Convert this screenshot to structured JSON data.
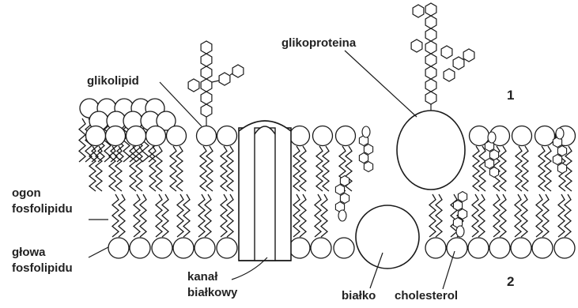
{
  "labels": {
    "glikolipid": "glikolipid",
    "glikoproteina": "glikoproteina",
    "ogon_line1": "ogon",
    "ogon_line2": "fosfolipidu",
    "glowa_line1": "głowa",
    "glowa_line2": "fosfolipidu",
    "kanal_line1": "kanał",
    "kanal_line2": "białkowy",
    "bialko": "białko",
    "cholesterol": "cholesterol",
    "marker_top": "1",
    "marker_bottom": "2"
  },
  "colors": {
    "stroke": "#1a1a1a",
    "fill": "#ffffff",
    "text": "#222222"
  }
}
